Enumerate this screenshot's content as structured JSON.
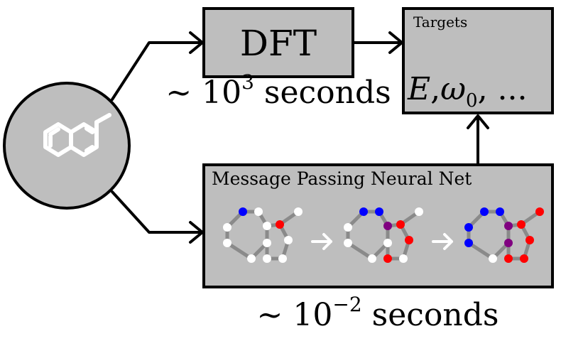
{
  "input_molecule": {
    "name": "molecule"
  },
  "dft": {
    "label": "DFT",
    "time_prefix": "∼ 10",
    "time_exp": "3",
    "time_suffix": "seconds"
  },
  "targets": {
    "title": "Targets",
    "value_E": "E",
    "value_omega": "ω",
    "value_omega_sub": "0",
    "value_rest": ", ..."
  },
  "mpnn": {
    "title": "Message Passing Neural Net",
    "time_prefix": "∼ 10",
    "time_exp": "−2",
    "time_suffix": "seconds",
    "stages": [
      {
        "atom_colors": [
          "#ffffff",
          "#ffffff",
          "#0000ff",
          "#ffffff",
          "#ff0000",
          "#ffffff",
          "#ffffff",
          "#ffffff",
          "#ffffff",
          "#ffffff",
          "#ffffff",
          "#ffffff"
        ]
      },
      {
        "atom_colors": [
          "#ffffff",
          "#ffffff",
          "#0000ff",
          "#0000ff",
          "#ff0000",
          "#800080",
          "#ffffff",
          "#ffffff",
          "#ff0000",
          "#ffffff",
          "#ff0000",
          "#ffffff"
        ]
      },
      {
        "atom_colors": [
          "#0000ff",
          "#0000ff",
          "#0000ff",
          "#0000ff",
          "#ff0000",
          "#800080",
          "#800080",
          "#ffffff",
          "#ff0000",
          "#ff0000",
          "#ff0000",
          "#ff0000"
        ]
      }
    ]
  }
}
